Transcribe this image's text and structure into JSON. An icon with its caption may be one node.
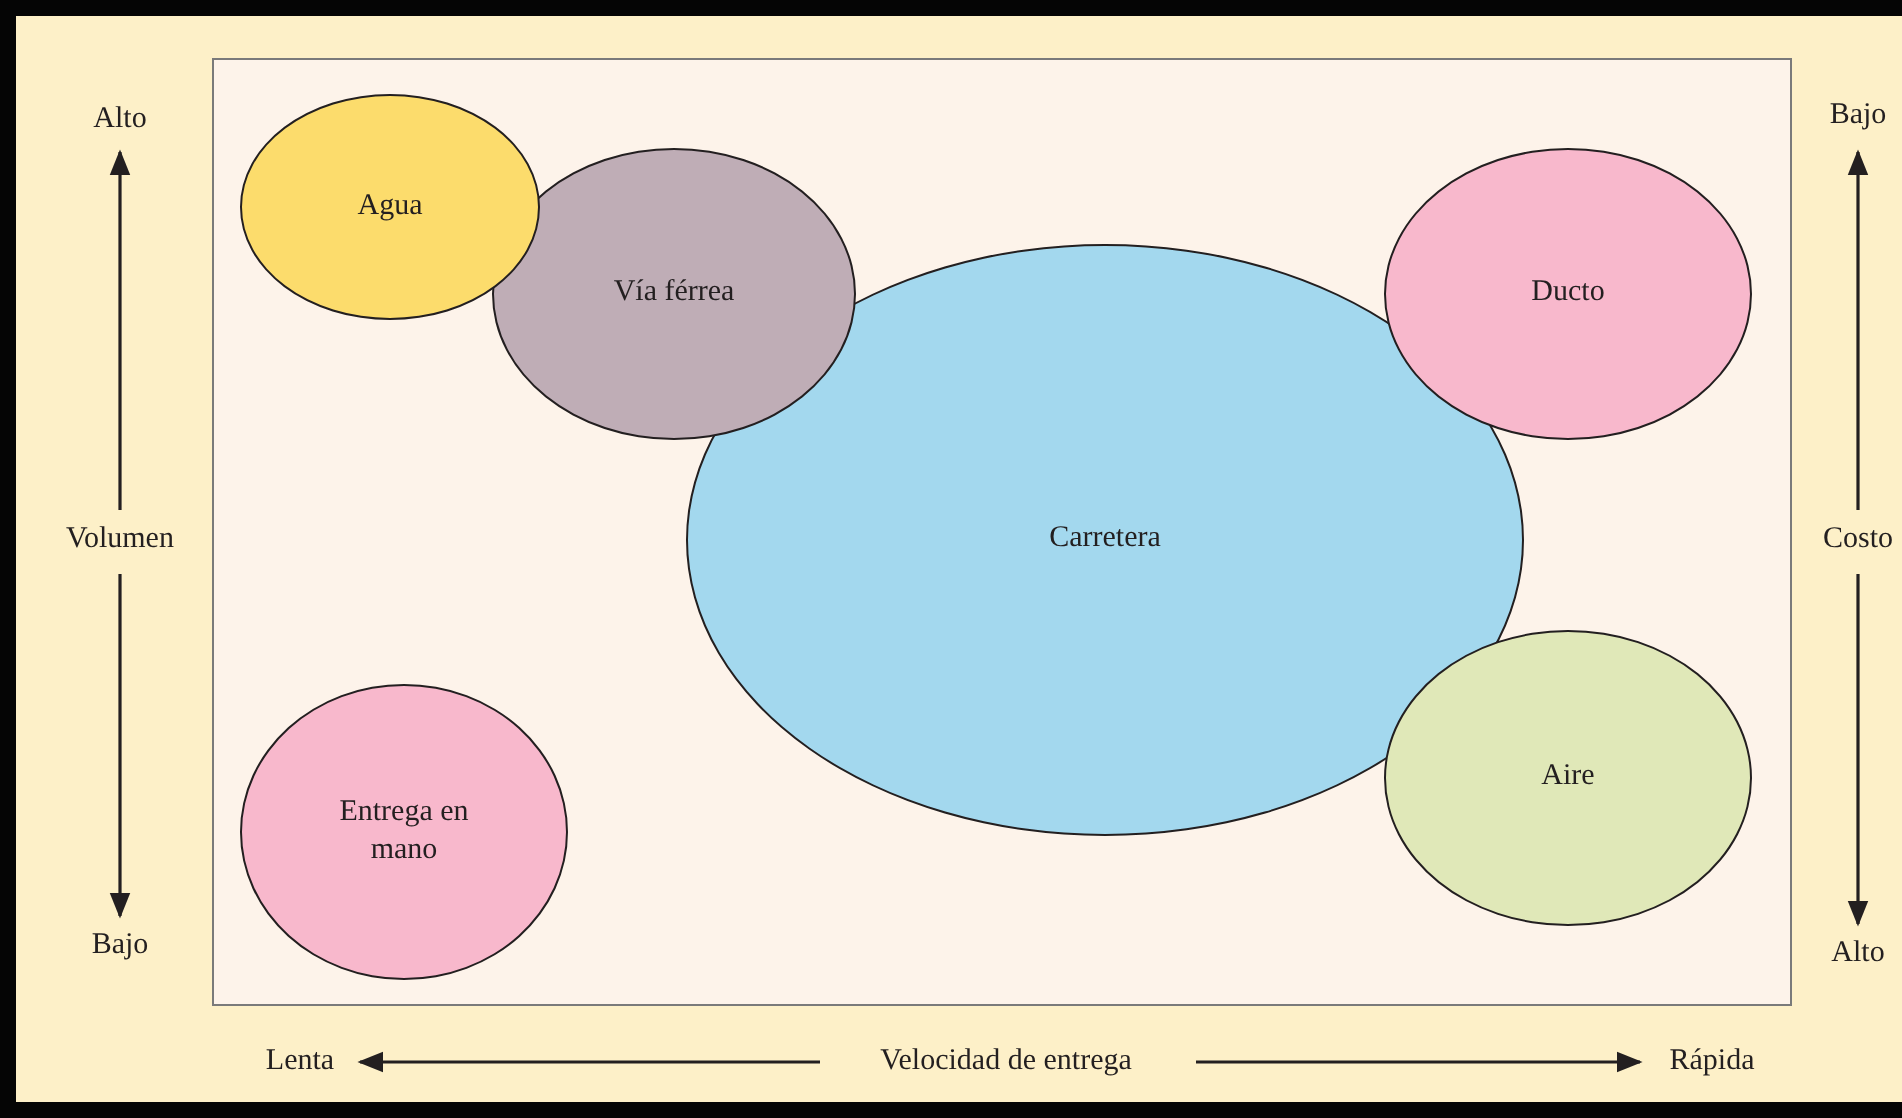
{
  "diagram": {
    "nodes": [
      {
        "text": [
          "Agua"
        ]
      },
      {
        "text": [
          "Vía férrea"
        ]
      },
      {
        "text": [
          "Ducto"
        ]
      },
      {
        "text": [
          "Carretera"
        ]
      },
      {
        "text": [
          "Entrega en mano"
        ]
      },
      {
        "text": [
          "Aire"
        ]
      }
    ],
    "labels": [
      "Alto",
      "Bajo",
      "Volumen",
      "Costo",
      "Bajo",
      "Alto",
      "Lenta",
      "Velocidad de entrega",
      "Rápida"
    ]
  }
}
